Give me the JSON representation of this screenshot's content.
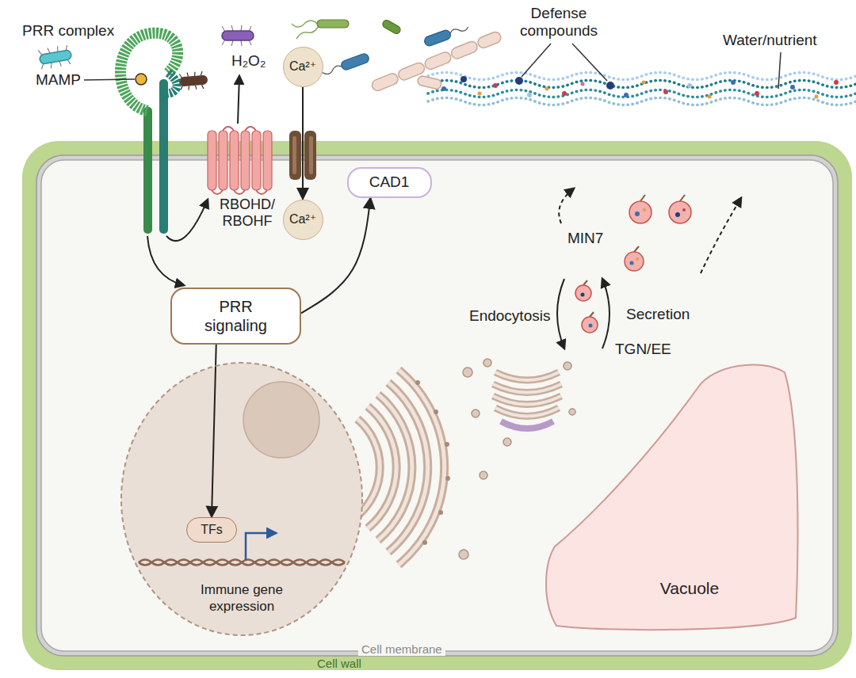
{
  "diagram": {
    "nodes": [
      {
        "text": [
          "Ca²⁺"
        ]
      },
      {
        "text": [
          "CAD1"
        ]
      },
      {
        "text": [
          "Ca²⁺"
        ]
      },
      {
        "text": [
          "PRR signaling"
        ]
      },
      {
        "text": [
          "Immune gene expression"
        ]
      },
      {
        "text": [
          "TFs"
        ],
        "in": 4
      },
      {
        "text": [
          "Vacuole"
        ]
      }
    ],
    "edges": [
      {
        "from": 0,
        "to": 2,
        "arrow": "to"
      },
      {
        "from": 3,
        "to": 1,
        "arrow": "to"
      },
      {
        "from": 3,
        "to": 5,
        "arrow": "to"
      }
    ],
    "labels": [
      "PRR complex",
      "MAMP",
      "H₂O₂",
      "Defense compounds",
      "Water/nutrient",
      "RBOHD/ RBOHF",
      "MIN7",
      "Endocytosis",
      "Secretion",
      "TGN/EE",
      "Cell membrane",
      "Cell wall"
    ]
  }
}
